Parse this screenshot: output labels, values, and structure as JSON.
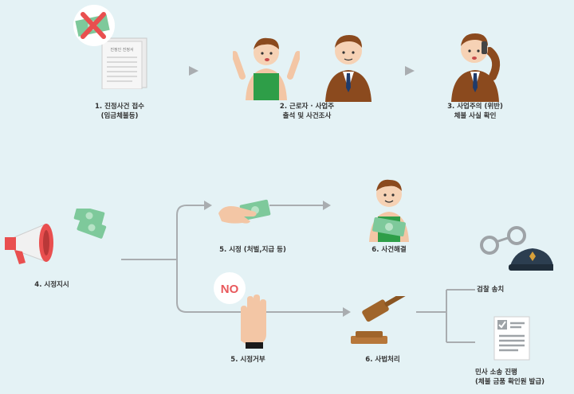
{
  "steps": {
    "s1": "1. 진정사건 접수\n(임금체불등)",
    "s2": "2. 근로자 · 사업주\n출석 및 사건조사",
    "s3": "3. 사업주의 (위반)\n체불 사실 확인",
    "s4": "4. 시정지시",
    "s5a": "5. 시정 (처벌,지급 등)",
    "s6a": "6. 사건해결",
    "s5b": "5. 시정거부",
    "s6b": "6. 사법처리",
    "r1": "검찰 송치",
    "r2": "민사 소송 진행\n(체불 금품 확인원 발급)"
  },
  "doc_header": "진정인 진정서",
  "no_badge": "NO",
  "colors": {
    "background": "#e4f2f5",
    "arrow": "#a9adb0",
    "money": "#7ec99b",
    "apron": "#2e9e48",
    "suit": "#8b4a1e",
    "no_badge": "#e8585b",
    "megaphone": "#e94f4f",
    "gavel": "#a0652b"
  }
}
